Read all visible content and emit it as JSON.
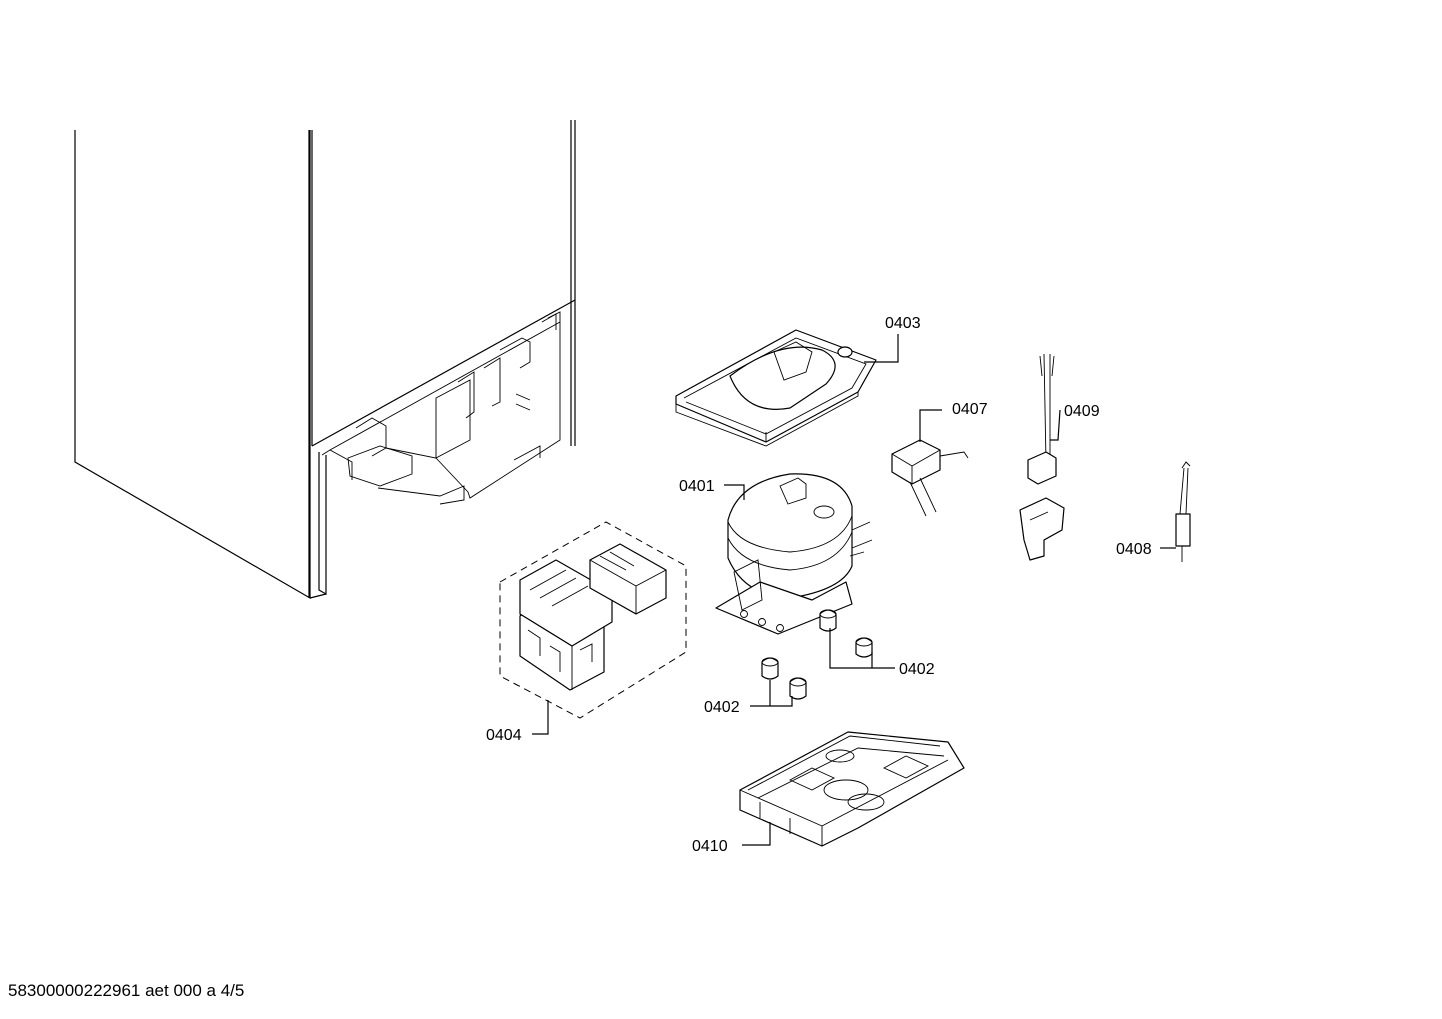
{
  "labels": {
    "p0401": "0401",
    "p0402a": "0402",
    "p0402b": "0402",
    "p0403": "0403",
    "p0404": "0404",
    "p0407": "0407",
    "p0408": "0408",
    "p0409": "0409",
    "p0410": "0410"
  },
  "footer": {
    "code": "58300000222961 aet 000 a 4/5"
  }
}
